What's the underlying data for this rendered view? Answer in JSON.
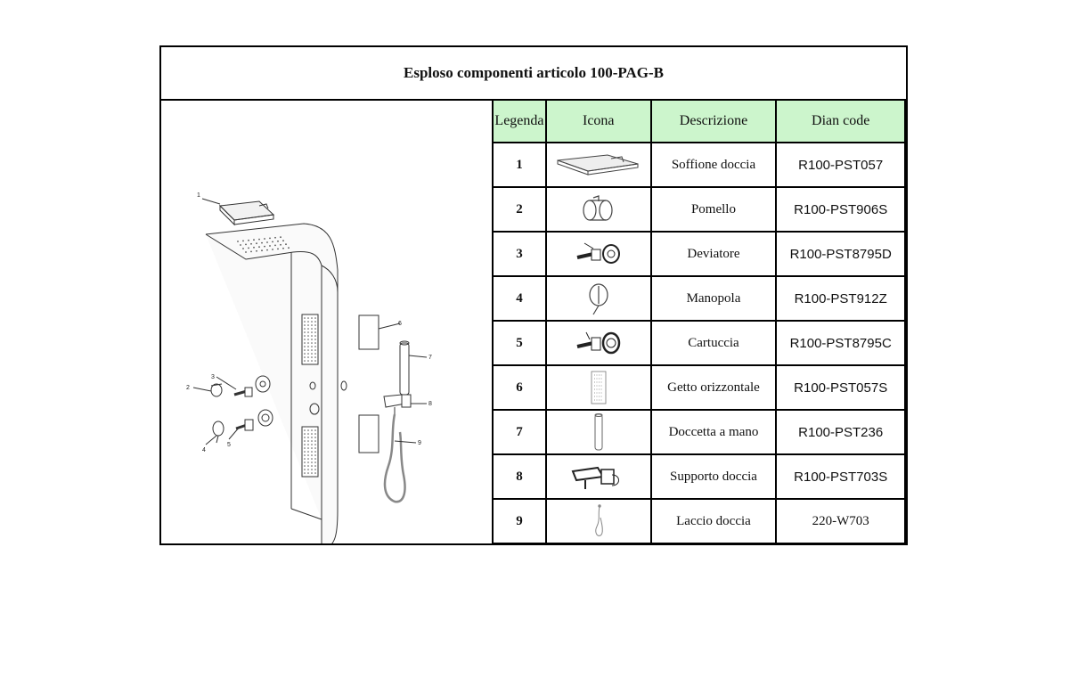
{
  "title": "Esploso componenti articolo 100-PAG-B",
  "table": {
    "headers": [
      "Legenda",
      "Icona",
      "Descrizione",
      "Dian code"
    ],
    "rows": [
      {
        "legend": "1",
        "icon": "shower-head-icon",
        "description": "Soffione doccia",
        "code": "R100-PST057"
      },
      {
        "legend": "2",
        "icon": "knob-icon",
        "description": "Pomello",
        "code": "R100-PST906S"
      },
      {
        "legend": "3",
        "icon": "diverter-icon",
        "description": "Deviatore",
        "code": "R100-PST8795D"
      },
      {
        "legend": "4",
        "icon": "handle-icon",
        "description": "Manopola",
        "code": "R100-PST912Z"
      },
      {
        "legend": "5",
        "icon": "cartridge-icon",
        "description": "Cartuccia",
        "code": "R100-PST8795C"
      },
      {
        "legend": "6",
        "icon": "side-jet-icon",
        "description": "Getto orizzontale",
        "code": "R100-PST057S"
      },
      {
        "legend": "7",
        "icon": "hand-shower-icon",
        "description": "Doccetta a mano",
        "code": "R100-PST236"
      },
      {
        "legend": "8",
        "icon": "shower-bracket-icon",
        "description": "Supporto doccia",
        "code": "R100-PST703S"
      },
      {
        "legend": "9",
        "icon": "shower-hose-icon",
        "description": "Laccio doccia",
        "code": "220-W703"
      }
    ]
  },
  "callouts": [
    "1",
    "2",
    "3",
    "4",
    "5",
    "6",
    "7",
    "8",
    "9"
  ]
}
